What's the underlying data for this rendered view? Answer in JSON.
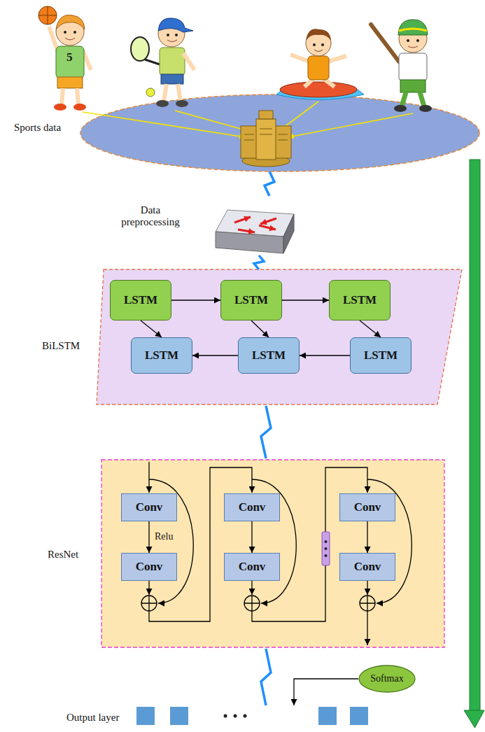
{
  "diagram": {
    "nodes": [
      {
        "text": [
          "Sports data"
        ]
      },
      {
        "text": [
          "Data preprocessing"
        ]
      },
      {
        "text": [
          "BiLSTM"
        ]
      },
      {
        "text": [
          "LSTM"
        ],
        "in": 2
      },
      {
        "text": [
          "LSTM"
        ],
        "in": 2
      },
      {
        "text": [
          "LSTM"
        ],
        "in": 2
      },
      {
        "text": [
          "LSTM"
        ],
        "in": 2
      },
      {
        "text": [
          "LSTM"
        ],
        "in": 2
      },
      {
        "text": [
          "LSTM"
        ],
        "in": 2
      },
      {
        "text": [
          "ResNet"
        ]
      },
      {
        "text": [
          "Conv"
        ],
        "in": 9
      },
      {
        "text": [
          "Conv"
        ],
        "in": 9
      },
      {
        "text": [
          "Conv"
        ],
        "in": 9
      },
      {
        "text": [
          "Conv"
        ],
        "in": 9
      },
      {
        "text": [
          "Conv"
        ],
        "in": 9
      },
      {
        "text": [
          "Conv"
        ],
        "in": 9
      },
      {
        "text": [
          "Softmax"
        ]
      },
      {
        "text": [
          "Output layer"
        ]
      }
    ],
    "edges": [
      {
        "from": 0,
        "to": 1,
        "arrow": "none"
      },
      {
        "from": 1,
        "to": 2,
        "arrow": "none"
      },
      {
        "from": 2,
        "to": 9,
        "arrow": "none"
      },
      {
        "from": 9,
        "to": 17,
        "arrow": "none"
      },
      {
        "from": 16,
        "to": 17,
        "arrow": "to"
      },
      {
        "from": 3,
        "to": 4,
        "arrow": "to"
      },
      {
        "from": 4,
        "to": 5,
        "arrow": "to"
      },
      {
        "from": 3,
        "to": 6,
        "arrow": "to"
      },
      {
        "from": 4,
        "to": 7,
        "arrow": "to"
      },
      {
        "from": 5,
        "to": 8,
        "arrow": "to"
      },
      {
        "from": 8,
        "to": 7,
        "arrow": "to"
      },
      {
        "from": 7,
        "to": 6,
        "arrow": "to"
      },
      {
        "from": 10,
        "to": 11,
        "arrow": "to",
        "label": "Relu"
      },
      {
        "from": 12,
        "to": 13,
        "arrow": "to"
      },
      {
        "from": 14,
        "to": 15,
        "arrow": "to"
      }
    ],
    "labels": [
      "5"
    ]
  }
}
